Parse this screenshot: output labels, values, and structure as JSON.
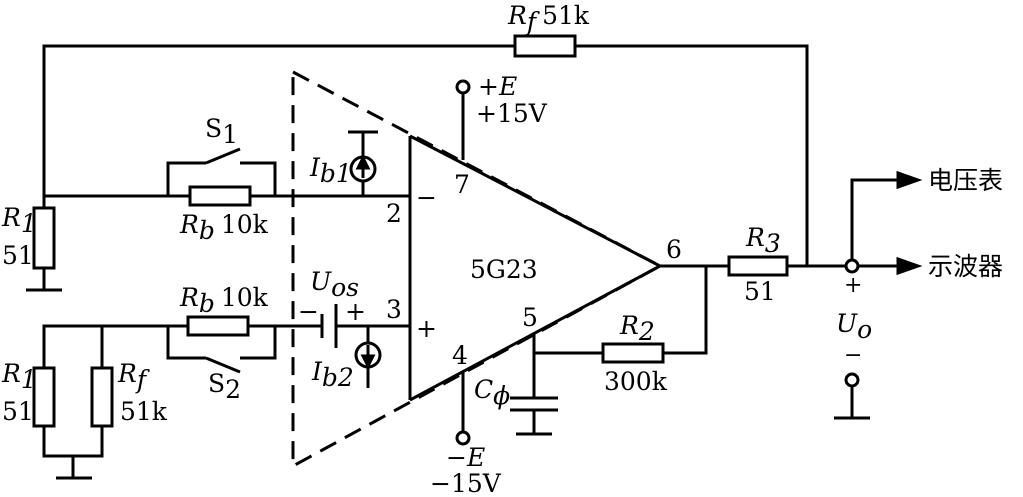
{
  "opamp": {
    "name": "5G23",
    "pin_inv": "2",
    "pin_noninv": "3",
    "pin_vpos": "7",
    "pin_vneg": "4",
    "pin_comp": "5",
    "pin_out": "6",
    "minus": "−",
    "plus": "+"
  },
  "supply_pos": {
    "symbol": "+E",
    "value": "+15V"
  },
  "supply_neg": {
    "symbol": "−E",
    "value": "−15V"
  },
  "rf_top": {
    "symbol": "R",
    "sub": "f",
    "value": "51k"
  },
  "r1_top": {
    "symbol": "R",
    "sub": "1",
    "value": "51"
  },
  "rb_top": {
    "symbol": "R",
    "sub": "b",
    "value": "10k"
  },
  "s1": {
    "symbol": "S",
    "sub": "1"
  },
  "rb_bottom": {
    "symbol": "R",
    "sub": "b",
    "value": "10k"
  },
  "s2": {
    "symbol": "S",
    "sub": "2"
  },
  "r1_bottom": {
    "symbol": "R",
    "sub": "1",
    "value": "51"
  },
  "rf_bottom": {
    "symbol": "R",
    "sub": "f",
    "value": "51k"
  },
  "uos": {
    "symbol": "U",
    "sub": "os",
    "minus": "−",
    "plus": "+"
  },
  "ib1": {
    "symbol": "I",
    "sub": "b1"
  },
  "ib2": {
    "symbol": "I",
    "sub": "b2"
  },
  "c_phi": {
    "symbol": "C",
    "sub": "ϕ"
  },
  "r2": {
    "symbol": "R",
    "sub": "2",
    "value": "300k"
  },
  "r3": {
    "symbol": "R",
    "sub": "3",
    "value": "51"
  },
  "uo": {
    "symbol": "U",
    "sub": "o",
    "plus": "+",
    "minus": "−"
  },
  "outputs": {
    "voltmeter": "电压表",
    "oscilloscope": "示波器"
  }
}
